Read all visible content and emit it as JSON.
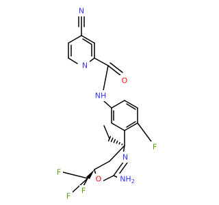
{
  "molecule": {
    "colors": {
      "bond": "#000000",
      "N": "#3333ff",
      "O": "#ff0d0d",
      "F": "#5aa00a",
      "background": "#ffffff"
    },
    "atom_labels": {
      "nitrile_n": "N",
      "pyridine_n": "N",
      "carbonyl_o": "O",
      "amide_nh": "NH",
      "aryl_f": "F",
      "oxazine_n": "N",
      "oxazine_o": "O",
      "amino_nh2": "NH2",
      "cf3_f_left": "F",
      "cf3_f_right": "F",
      "cf3_f_bottom": "F"
    }
  }
}
